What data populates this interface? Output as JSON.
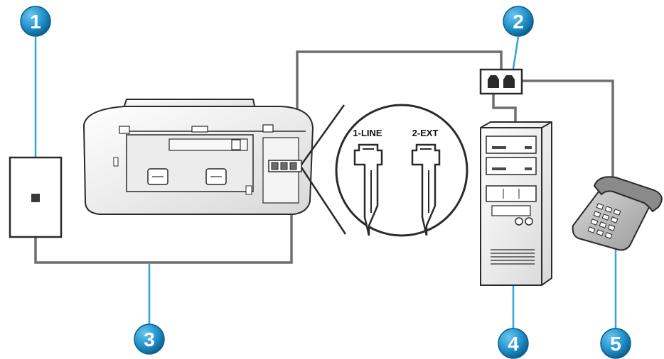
{
  "callouts": [
    {
      "id": "1",
      "label": "1"
    },
    {
      "id": "2",
      "label": "2"
    },
    {
      "id": "3",
      "label": "3"
    },
    {
      "id": "4",
      "label": "4"
    },
    {
      "id": "5",
      "label": "5"
    }
  ],
  "ports": {
    "line_label": "1-LINE",
    "ext_label": "2-EXT"
  },
  "colors": {
    "callout_fill": "#1f8fc9",
    "callout_stroke": "#0a5d8a",
    "leader_line": "#33a4dc",
    "cable": "#6f6f6f",
    "outline": "#2a2a2a",
    "device_fill": "#f1f1f1"
  },
  "icons": [
    "wall-jack-icon",
    "splitter-icon",
    "printer-icon",
    "computer-icon",
    "telephone-icon",
    "phone-port-icon"
  ]
}
